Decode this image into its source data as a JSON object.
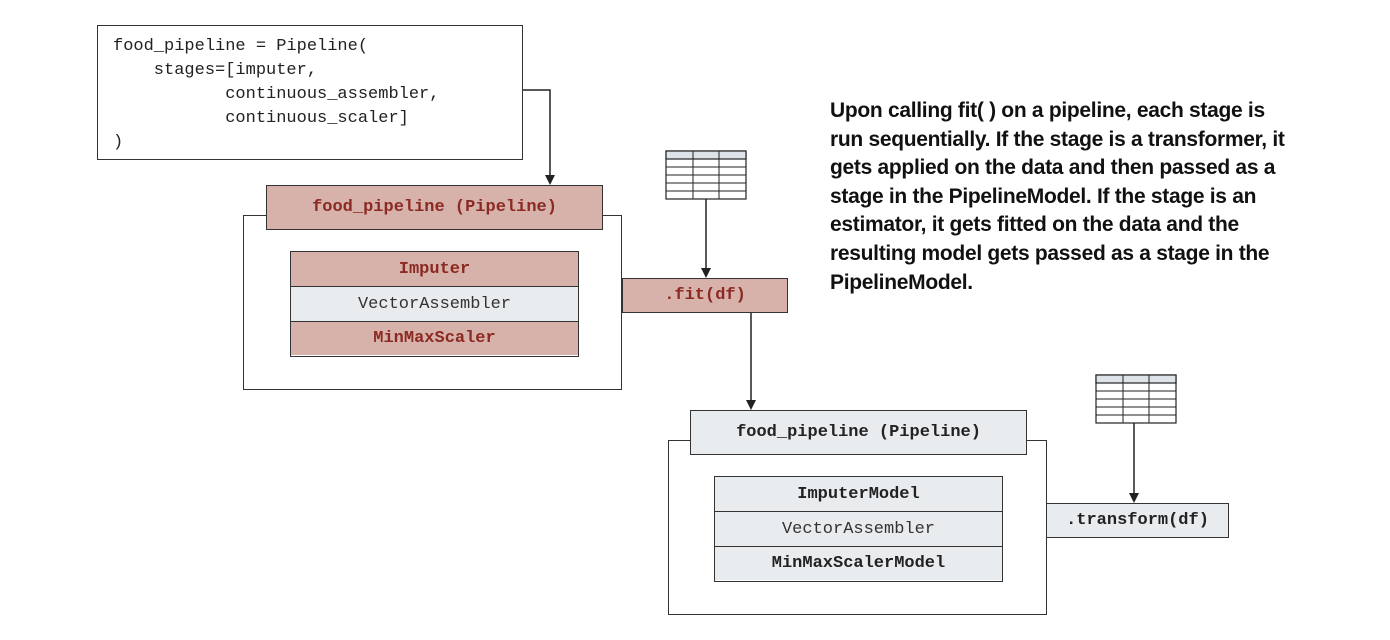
{
  "code_block": {
    "lines": [
      "food_pipeline = Pipeline(",
      "    stages=[imputer,",
      "           continuous_assembler,",
      "           continuous_scaler]",
      ")"
    ]
  },
  "pipeline_before": {
    "title": "food_pipeline (Pipeline)",
    "stages": [
      "Imputer",
      "VectorAssembler",
      "MinMaxScaler"
    ]
  },
  "fit_method": ".fit(df)",
  "pipeline_after": {
    "title": "food_pipeline (Pipeline)",
    "stages": [
      "ImputerModel",
      "VectorAssembler",
      "MinMaxScalerModel"
    ]
  },
  "transform_method": ".transform(df)",
  "explanation_text": "Upon calling fit( ) on a pipeline, each stage is run sequentially. If the stage is a transformer, it gets applied on the data and then passed as a stage in the PipelineModel. If the stage is an estimator, it gets fitted on the data and the resulting model gets passed as a stage in the PipelineModel.",
  "colors": {
    "estimator_fill": "#d7b2ab",
    "estimator_text": "#8b2a22",
    "model_fill": "#e8ecef",
    "border": "#333333"
  },
  "icons": [
    "data-table-icon",
    "data-table-icon"
  ]
}
